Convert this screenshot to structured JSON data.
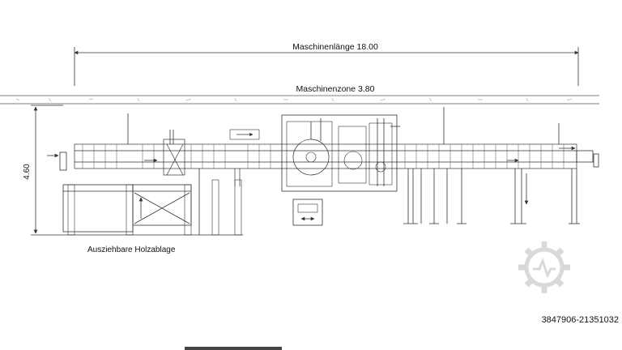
{
  "drawing": {
    "machine_length_label": "Maschinenlänge 18.00",
    "machine_zone_label": "Maschinenzone 3.80",
    "height_label": "4.60",
    "wood_storage_label": "Ausziehbare Holzablage"
  },
  "watermark": {
    "listing_id": "3847906-21351032",
    "logo": "gear-logo-icon"
  },
  "colors": {
    "line": "#333333",
    "ink": "#111111",
    "watermark": "#d9d9d9",
    "listing_id": "#555555"
  }
}
